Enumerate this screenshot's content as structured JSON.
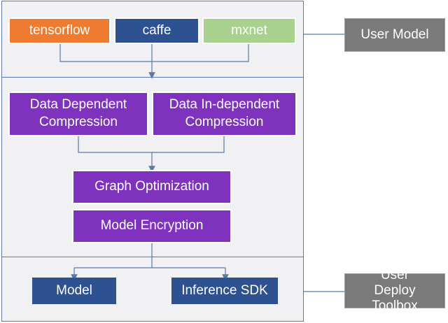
{
  "frameworks": {
    "tensorflow": "tensorflow",
    "caffe": "caffe",
    "mxnet": "mxnet"
  },
  "compression": {
    "dependent": "Data Dependent Compression",
    "independent": "Data In-dependent Compression"
  },
  "optimization": {
    "graph": "Graph Optimization",
    "encryption": "Model Encryption"
  },
  "deploy": {
    "model": "Model",
    "sdk": "Inference SDK"
  },
  "side_labels": {
    "user_model": "User Model",
    "user_deploy_toolbox": "User Deploy Toolbox"
  },
  "colors": {
    "tensorflow": "#ef7b30",
    "navy": "#2e5191",
    "mxnet": "#a9d18e",
    "purple": "#7f32bd",
    "side_label": "#7a7a7a",
    "panel": "#f1f1f3",
    "lines": "#5a79a6"
  }
}
